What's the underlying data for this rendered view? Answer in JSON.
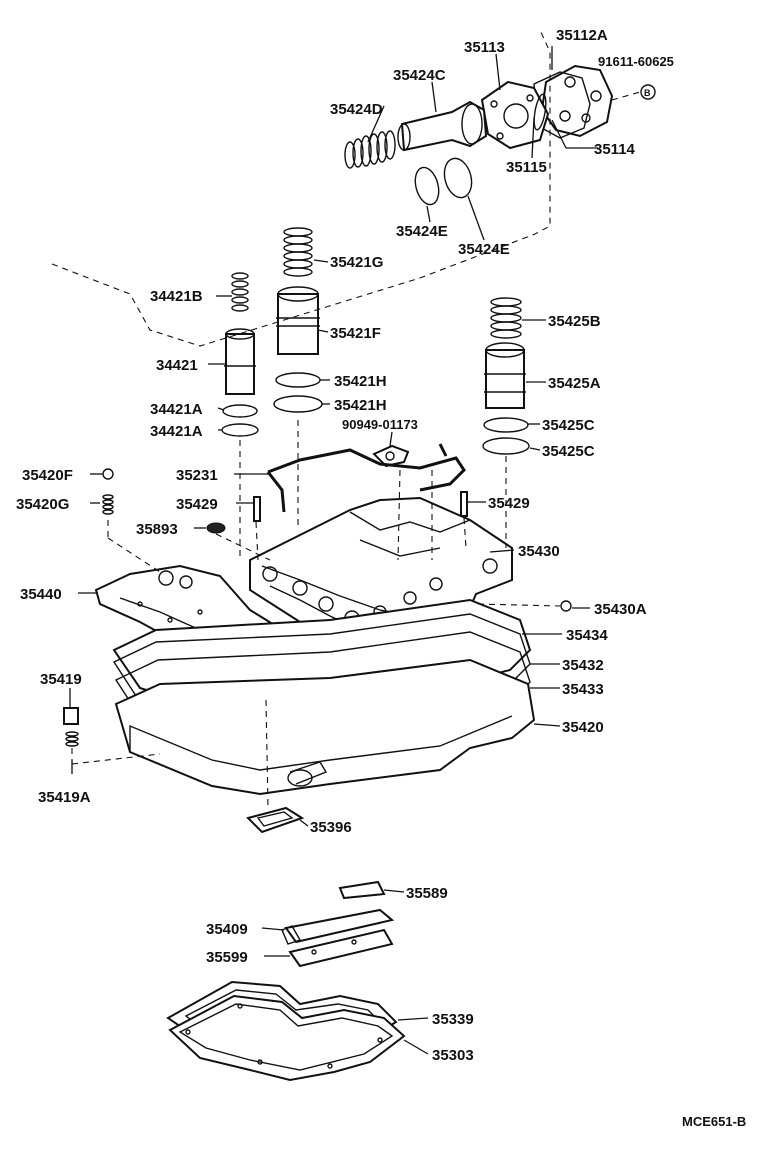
{
  "diagram": {
    "drawing_code": "MCE651-B",
    "callouts": {
      "p35112A": "35112A",
      "p35113": "35113",
      "p91611": "91611-60625",
      "p35424C": "35424C",
      "p35424D": "35424D",
      "p35114": "35114",
      "p35115": "35115",
      "p35424E_1": "35424E",
      "p35424E_2": "35424E",
      "p35421G": "35421G",
      "p34421B": "34421B",
      "p35421F": "35421F",
      "p35425B": "35425B",
      "p34421": "34421",
      "p35421H_1": "35421H",
      "p35421H_2": "35421H",
      "p35425A": "35425A",
      "p34421A_1": "34421A",
      "p34421A_2": "34421A",
      "p90949": "90949-01173",
      "p35425C_1": "35425C",
      "p35425C_2": "35425C",
      "p35420F": "35420F",
      "p35231": "35231",
      "p35420G": "35420G",
      "p35429_1": "35429",
      "p35429_2": "35429",
      "p35893": "35893",
      "p35430": "35430",
      "p35440": "35440",
      "p35430A": "35430A",
      "p35434": "35434",
      "p35432": "35432",
      "p35419": "35419",
      "p35433": "35433",
      "p35420": "35420",
      "p35419A": "35419A",
      "p35396": "35396",
      "p35589": "35589",
      "p35409": "35409",
      "p35599": "35599",
      "p35339": "35339",
      "p35303": "35303"
    }
  }
}
